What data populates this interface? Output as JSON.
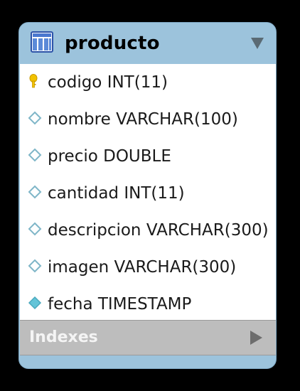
{
  "table": {
    "name": "producto",
    "columns": [
      {
        "text": "codigo INT(11)",
        "icon": "primary-key-icon"
      },
      {
        "text": "nombre VARCHAR(100)",
        "icon": "column-diamond-icon"
      },
      {
        "text": "precio DOUBLE",
        "icon": "column-diamond-icon"
      },
      {
        "text": "cantidad INT(11)",
        "icon": "column-diamond-icon"
      },
      {
        "text": "descripcion VARCHAR(300)",
        "icon": "column-diamond-icon"
      },
      {
        "text": "imagen VARCHAR(300)",
        "icon": "column-diamond-icon"
      },
      {
        "text": "fecha TIMESTAMP",
        "icon": "column-diamond-filled-icon"
      }
    ],
    "indexes_label": "Indexes"
  },
  "colors": {
    "background": "#000000",
    "header": "#9cc3dc",
    "body": "#ffffff",
    "indexes_bar": "#bdbdbd",
    "key": "#f2c200",
    "diamond_outline": "#7fb6c8",
    "diamond_filled": "#63c4d8"
  }
}
